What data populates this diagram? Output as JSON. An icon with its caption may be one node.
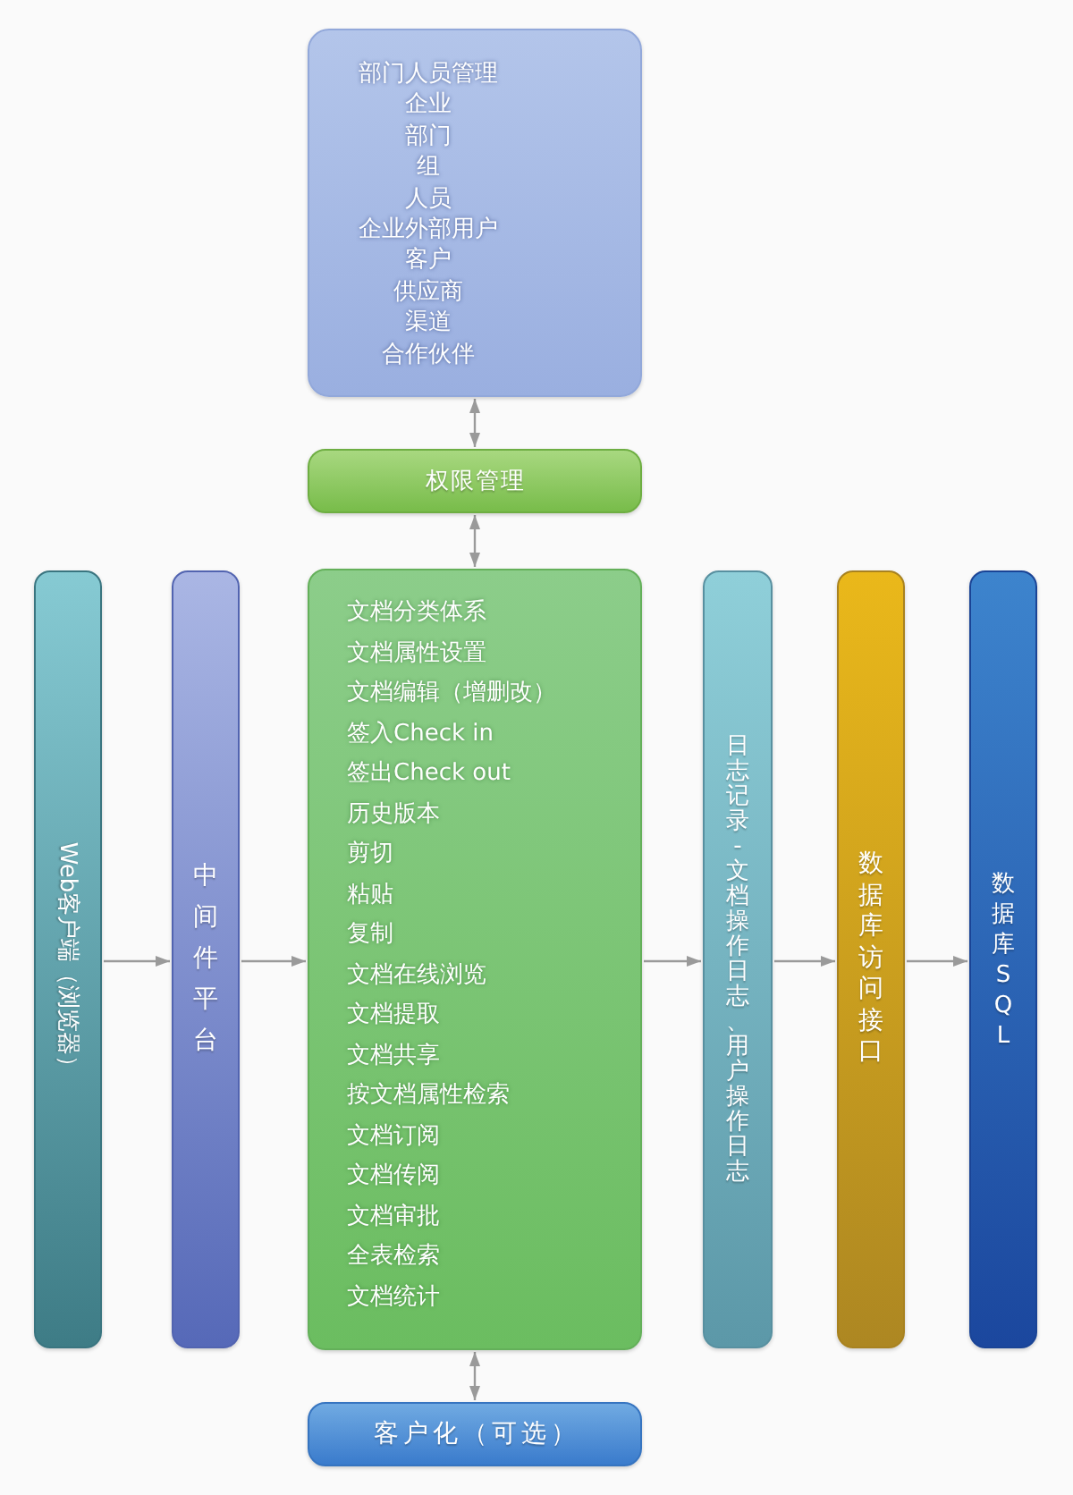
{
  "diagram": {
    "nodes": [
      {
        "text": [
          "部门人员管理",
          "企业",
          "部门",
          "组",
          "人员",
          "企业外部用户",
          "客户",
          "供应商",
          "渠道",
          "合作伙伴"
        ]
      },
      {
        "text": [
          "权限管理"
        ]
      },
      {
        "text": [
          "Web客户端（浏览器）"
        ]
      },
      {
        "text": [
          "中间件平台"
        ]
      },
      {
        "text": [
          "文档分类体系",
          "文档属性设置",
          "文档编辑（增删改）",
          "签入Check in",
          "签出Check out",
          "历史版本",
          "剪切",
          "粘贴",
          "复制",
          "文档在线浏览",
          "文档提取",
          "文档共享",
          "按文档属性检索",
          "文档订阅",
          "文档传阅",
          "文档审批",
          "全表检索",
          "文档统计"
        ]
      },
      {
        "text": [
          "日志记录-文档操作日志、用户操作日志"
        ]
      },
      {
        "text": [
          "数据库访问接口"
        ]
      },
      {
        "text": [
          "数据库 SQL"
        ]
      },
      {
        "text": [
          "客户化（可选）"
        ]
      }
    ],
    "edges": [
      {
        "from": 0,
        "to": 1,
        "arrow": "both"
      },
      {
        "from": 1,
        "to": 4,
        "arrow": "both"
      },
      {
        "from": 2,
        "to": 3,
        "arrow": "to"
      },
      {
        "from": 3,
        "to": 4,
        "arrow": "to"
      },
      {
        "from": 4,
        "to": 5,
        "arrow": "to"
      },
      {
        "from": 5,
        "to": 6,
        "arrow": "to"
      },
      {
        "from": 6,
        "to": 7,
        "arrow": "to"
      },
      {
        "from": 4,
        "to": 8,
        "arrow": "both"
      }
    ]
  }
}
